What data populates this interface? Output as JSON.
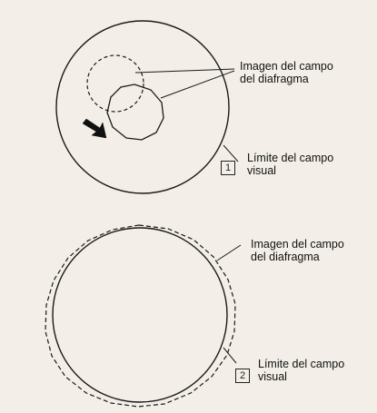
{
  "panels": [
    {
      "number": "1",
      "labels": {
        "diaphragm_image": "Imagen del campo\ndel diafragma",
        "field_limit": "Límite del campo\nvisual"
      }
    },
    {
      "number": "2",
      "labels": {
        "diaphragm_image": "Imagen del campo\ndel diafragma",
        "field_limit": "Límite del campo\nvisual"
      }
    }
  ],
  "colors": {
    "background": "#f3efe8",
    "line": "#1a1a1a"
  },
  "icons": {
    "panel_1_arrow": "arrow-down-right-icon"
  }
}
